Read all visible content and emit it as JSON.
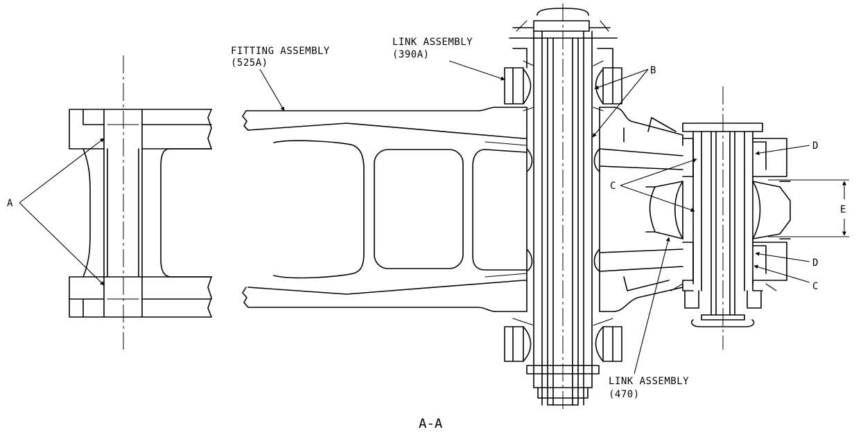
{
  "labels": {
    "fitting_assembly": {
      "line1": "FITTING ASSEMBLY",
      "line2": "(525A)"
    },
    "link_assembly_390a": {
      "line1": "LINK ASSEMBLY",
      "line2": "(390A)"
    },
    "link_assembly_470": {
      "line1": "LINK ASSEMBLY",
      "line2": "(470)"
    },
    "callout_a": "A",
    "callout_b": "B",
    "callout_c_left": "C",
    "callout_c_right": "C",
    "callout_d_upper": "D",
    "callout_d_lower": "D",
    "callout_e": "E"
  },
  "section_title": "A-A"
}
